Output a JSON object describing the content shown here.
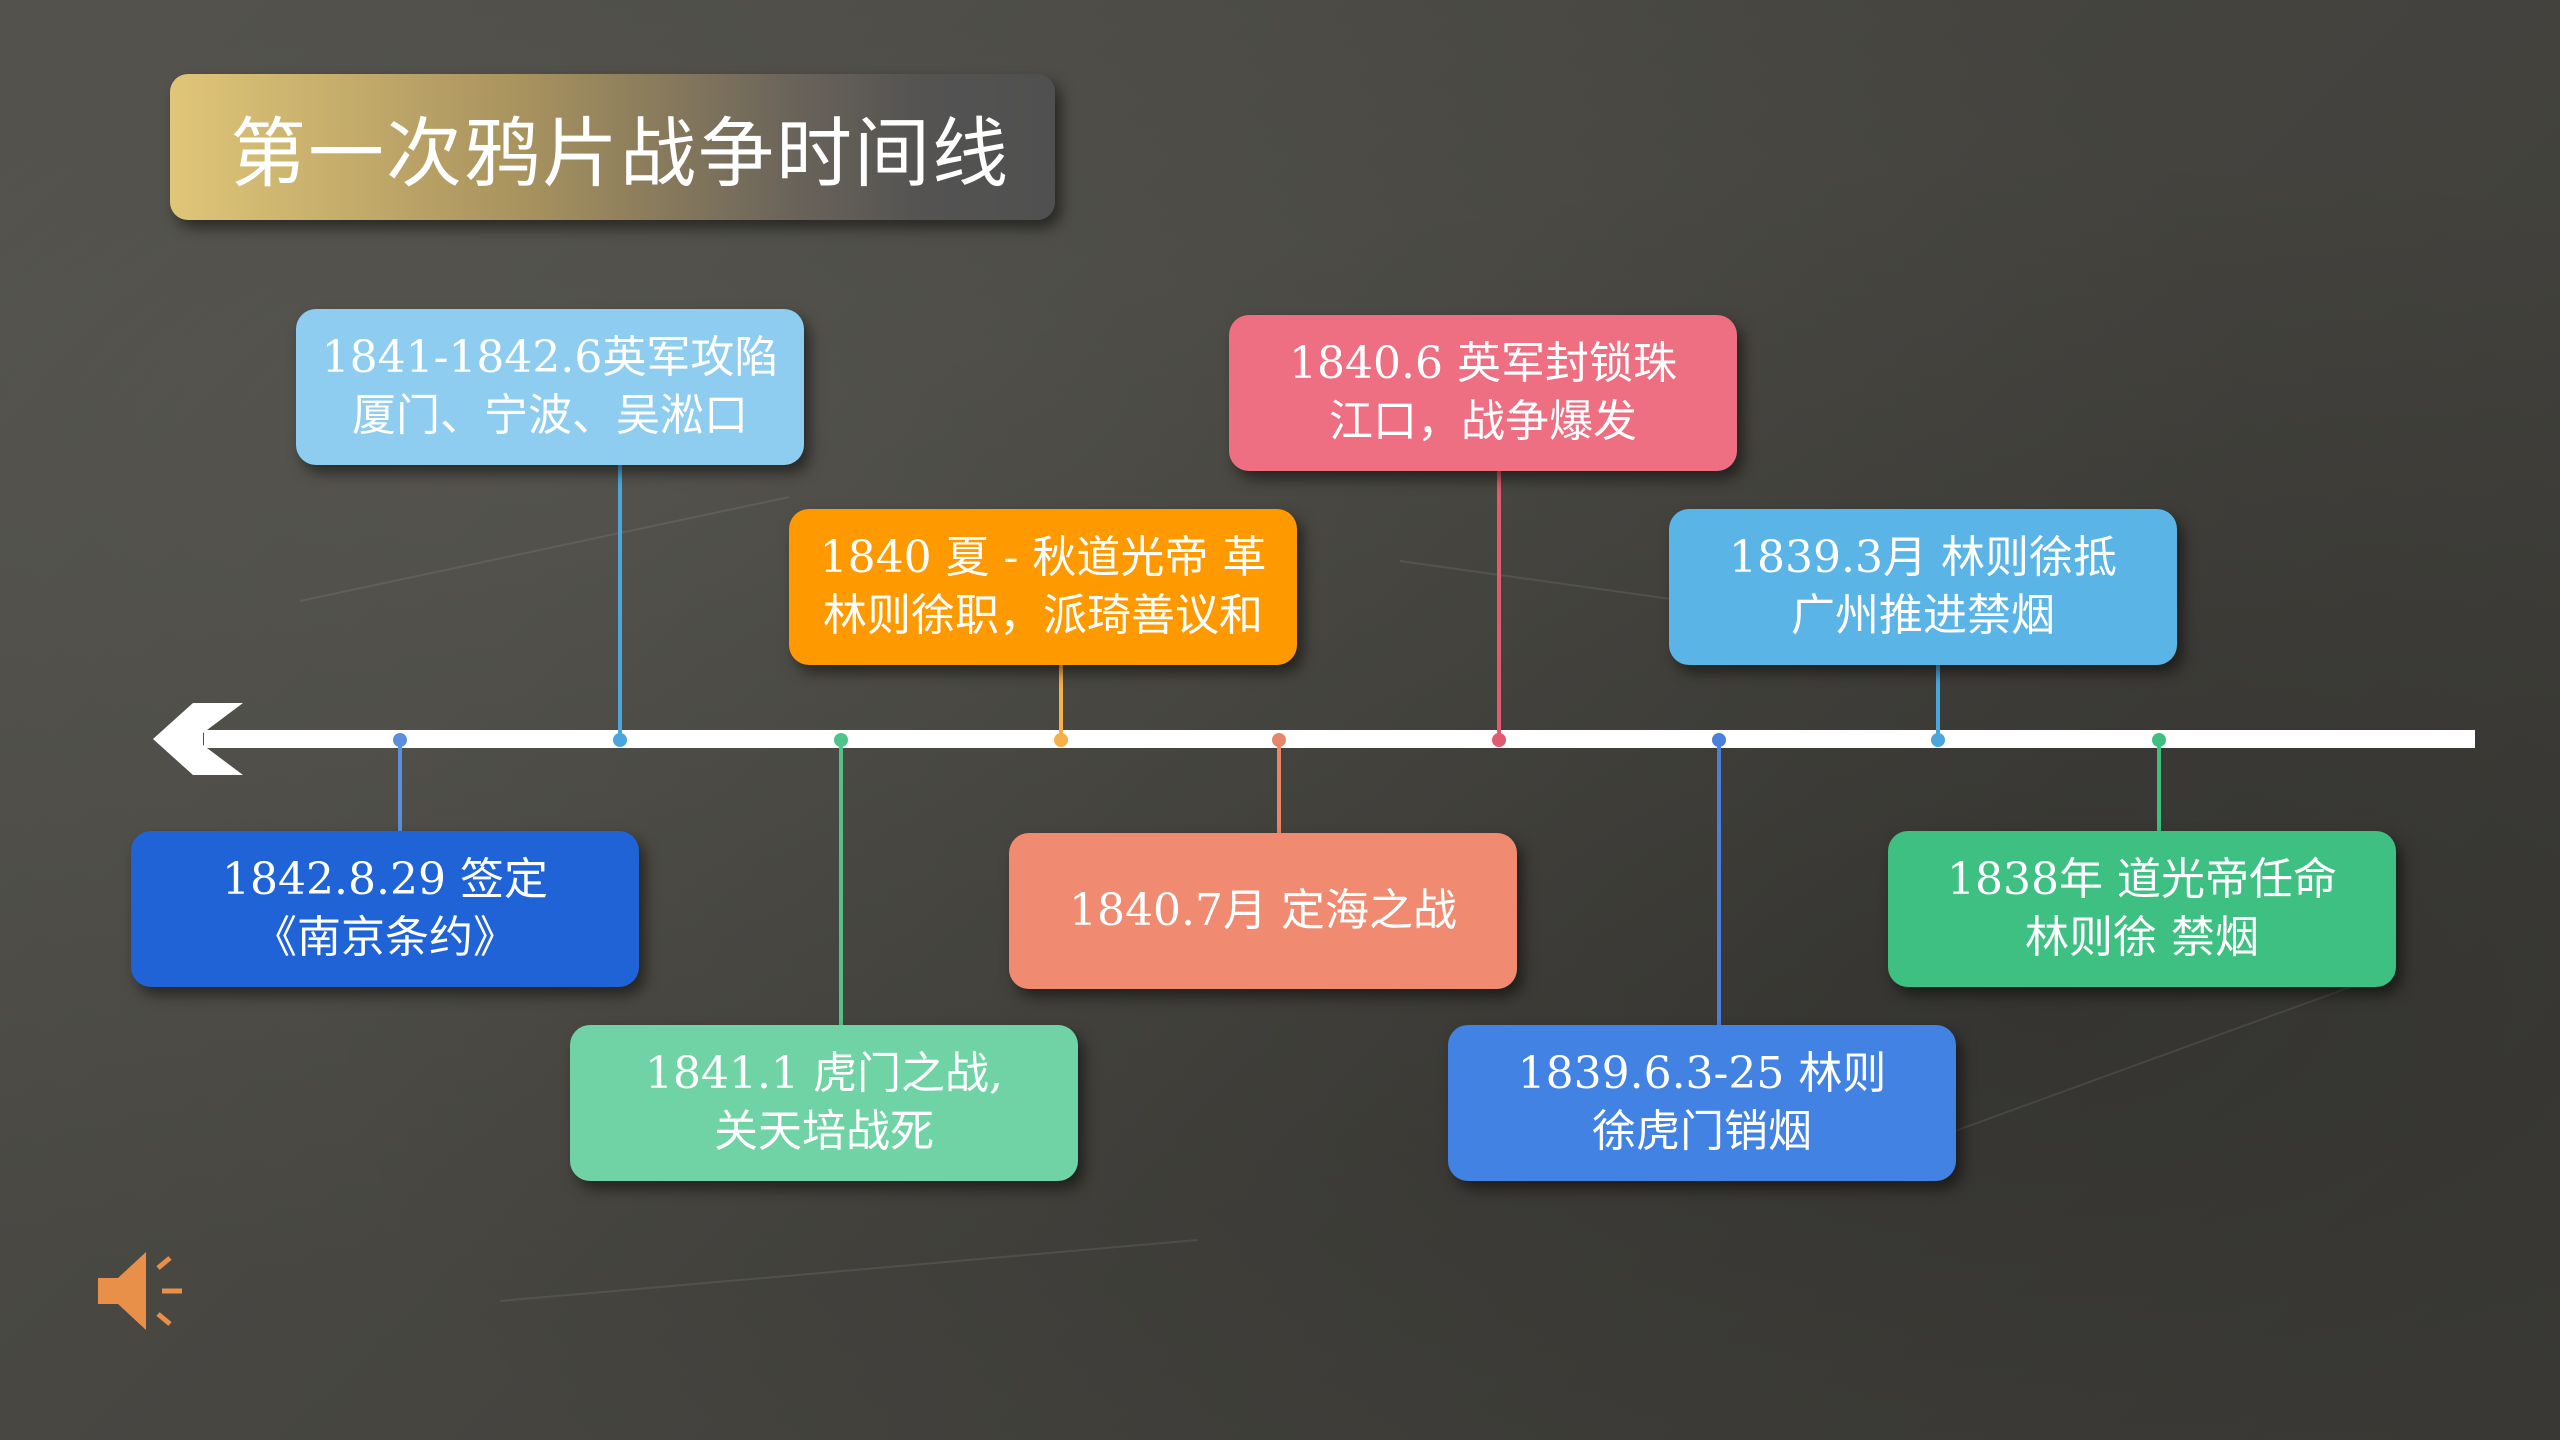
{
  "slide": {
    "title": "第一次鸦片战争时间线",
    "events": [
      {
        "id": "e1",
        "text": "1841-1842.6英军攻陷\n厦门、宁波、吴淞口",
        "color": "#8ecdf0",
        "line": "#4aa6dc"
      },
      {
        "id": "e2",
        "text": "1840.6 英军封锁珠\n江口，战争爆发",
        "color": "#ee6e82",
        "line": "#e05a70"
      },
      {
        "id": "e3",
        "text": "1840 夏 - 秋道光帝 革\n林则徐职，派琦善议和",
        "color": "#ff9900",
        "line": "#f5b04a"
      },
      {
        "id": "e4",
        "text": "1839.3月 林则徐抵\n广州推进禁烟",
        "color": "#5ab4e5",
        "line": "#4aa6dc"
      },
      {
        "id": "e5",
        "text": "1842.8.29  签定\n《南京条约》",
        "color": "#1f63d6",
        "line": "#5b8fdc"
      },
      {
        "id": "e6",
        "text": "1841.1  虎门之战,\n关天培战死",
        "color": "#6fd3a5",
        "line": "#4fc48a"
      },
      {
        "id": "e7",
        "text": "1840.7月  定海之战",
        "color": "#f08a70",
        "line": "#e8866a"
      },
      {
        "id": "e8",
        "text": "1839.6.3-25  林则\n徐虎门销烟",
        "color": "#4282e2",
        "line": "#4a7fdc"
      },
      {
        "id": "e9",
        "text": "1838年 道光帝任命\n林则徐 禁烟",
        "color": "#3fc083",
        "line": "#3fbf80"
      }
    ],
    "speaker_color": "#e8904a"
  }
}
